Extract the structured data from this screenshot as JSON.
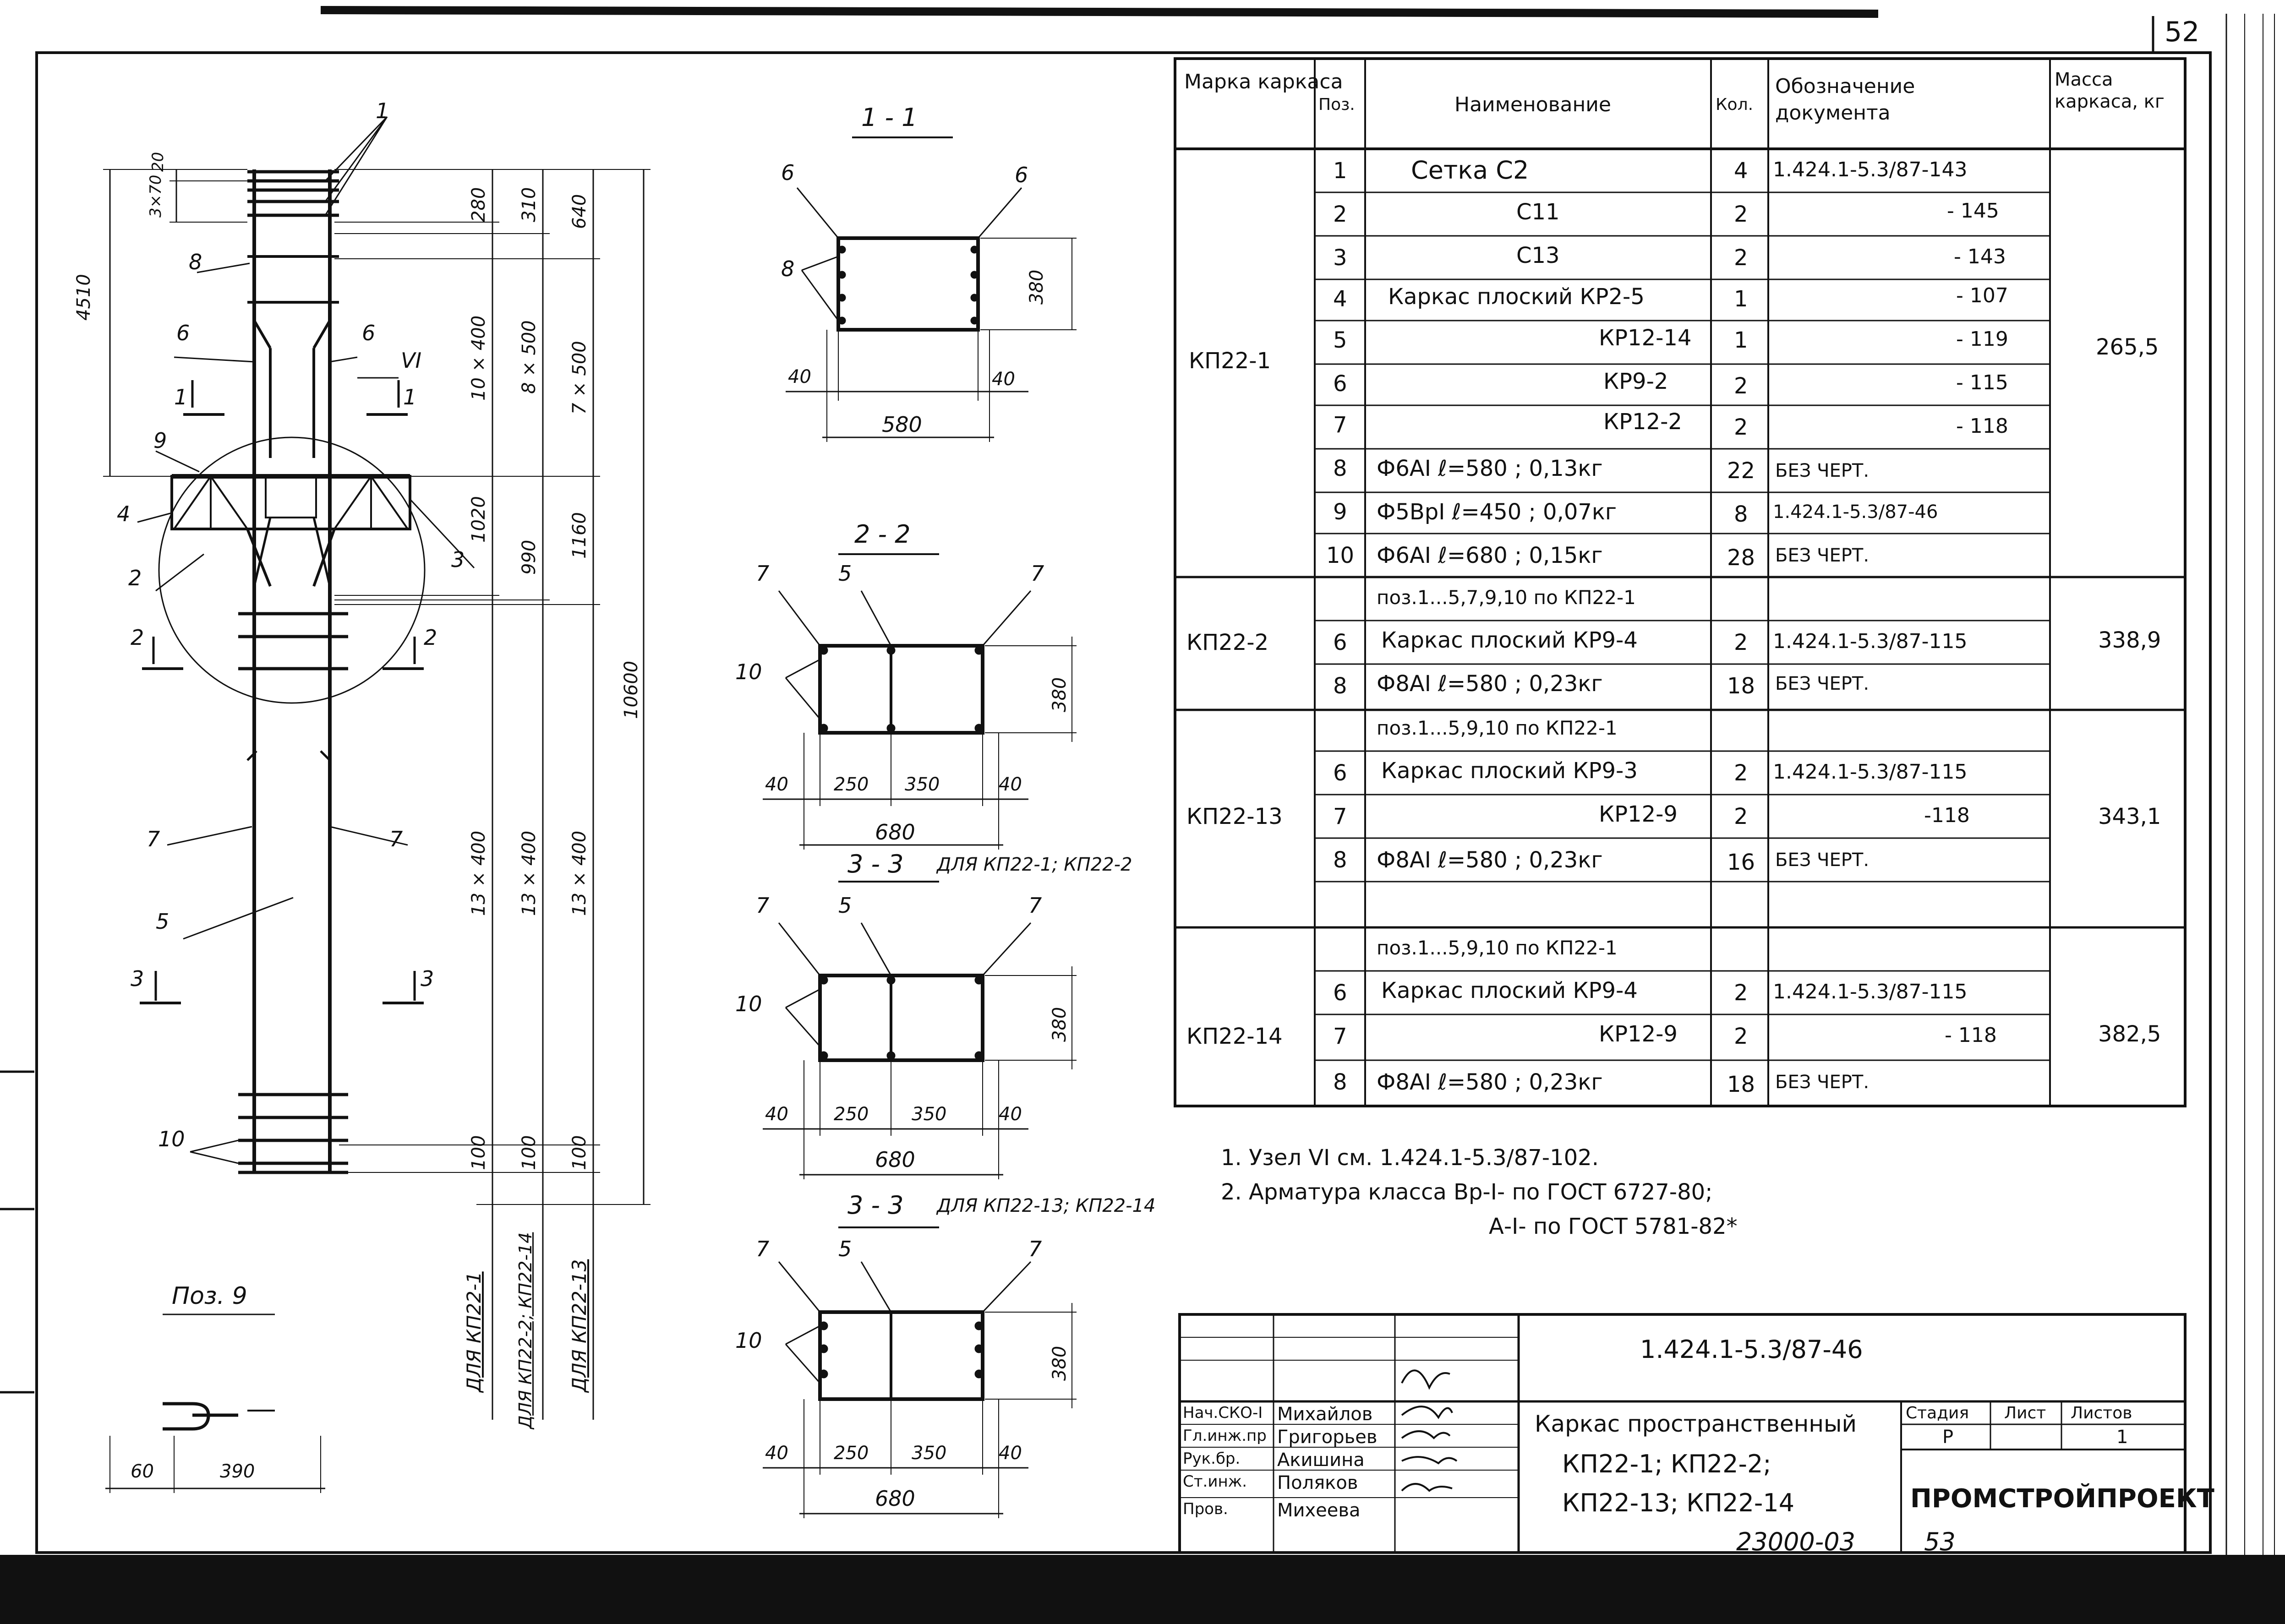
{
  "sheet_number": "52",
  "drawing": {
    "positions": [
      "1",
      "8",
      "6",
      "6",
      "VI",
      "1",
      "1",
      "9",
      "4",
      "3",
      "2",
      "2",
      "2",
      "7",
      "7",
      "5",
      "3",
      "3",
      "10"
    ],
    "overall_heights": [
      "4510",
      "10600"
    ],
    "top_dims": [
      "20",
      "3×70"
    ],
    "col1_dims": [
      "280",
      "10 × 400",
      "1020",
      "13 × 400",
      "100"
    ],
    "col2_dims": [
      "310",
      "8 × 500",
      "990",
      "13 × 400",
      "100"
    ],
    "col3_dims": [
      "640",
      "7 × 500",
      "1160",
      "13 × 400",
      "100"
    ],
    "for_labels": [
      "ДЛЯ КП22-1",
      "ДЛЯ КП22-2; КП22-14",
      "ДЛЯ КП22-13"
    ],
    "pos9_title": "Поз. 9",
    "pos9_dims": [
      "60",
      "390"
    ]
  },
  "sections": {
    "s1": {
      "title": "1 - 1",
      "labels": [
        "6",
        "6",
        "8"
      ],
      "dims": [
        "380",
        "40",
        "40",
        "580"
      ]
    },
    "s2": {
      "title": "2 - 2",
      "labels": [
        "7",
        "5",
        "7",
        "10"
      ],
      "dims": [
        "380",
        "40",
        "250",
        "350",
        "40",
        "680"
      ]
    },
    "s3a": {
      "title": "3 - 3",
      "subtitle": "ДЛЯ КП22-1; КП22-2",
      "labels": [
        "7",
        "5",
        "7",
        "10"
      ],
      "dims": [
        "380",
        "40",
        "250",
        "350",
        "40",
        "680"
      ]
    },
    "s3b": {
      "title": "3 - 3",
      "subtitle": "ДЛЯ КП22-13; КП22-14",
      "labels": [
        "7",
        "5",
        "7",
        "10"
      ],
      "dims": [
        "380",
        "40",
        "250",
        "350",
        "40",
        "680"
      ]
    }
  },
  "spec_table": {
    "headers": [
      "Марка каркаса",
      "Поз.",
      "Наименование",
      "Кол.",
      "Обозначение документа",
      "Масса каркаса, кг"
    ],
    "groups": [
      {
        "mark": "КП22-1",
        "mass": "265,5",
        "rows": [
          {
            "pos": "1",
            "name": "Сетка С2",
            "qty": "4",
            "doc": "1.424.1-5.3/87-143"
          },
          {
            "pos": "2",
            "name": "С11",
            "qty": "2",
            "doc": "- 145"
          },
          {
            "pos": "3",
            "name": "С13",
            "qty": "2",
            "doc": "- 143"
          },
          {
            "pos": "4",
            "name": "Каркас плоский КР2-5",
            "qty": "1",
            "doc": "- 107"
          },
          {
            "pos": "5",
            "name": "КР12-14",
            "qty": "1",
            "doc": "- 119"
          },
          {
            "pos": "6",
            "name": "КР9-2",
            "qty": "2",
            "doc": "- 115"
          },
          {
            "pos": "7",
            "name": "КР12-2",
            "qty": "2",
            "doc": "- 118"
          },
          {
            "pos": "8",
            "name": "Ф6АI  ℓ=580 ; 0,13кг",
            "qty": "22",
            "doc": "БЕЗ ЧЕРТ."
          },
          {
            "pos": "9",
            "name": "Ф5ВрI  ℓ=450 ; 0,07кг",
            "qty": "8",
            "doc": "1.424.1-5.3/87-46"
          },
          {
            "pos": "10",
            "name": "Ф6АI  ℓ=680 ; 0,15кг",
            "qty": "28",
            "doc": "БЕЗ ЧЕРТ."
          }
        ]
      },
      {
        "mark": "КП22-2",
        "mass": "338,9",
        "rows": [
          {
            "pos": "",
            "name": "поз.1...5,7,9,10 по КП22-1",
            "qty": "",
            "doc": ""
          },
          {
            "pos": "6",
            "name": "Каркас плоский КР9-4",
            "qty": "2",
            "doc": "1.424.1-5.3/87-115"
          },
          {
            "pos": "8",
            "name": "Ф8АI ℓ=580 ; 0,23кг",
            "qty": "18",
            "doc": "БЕЗ ЧЕРТ."
          }
        ]
      },
      {
        "mark": "КП22-13",
        "mass": "343,1",
        "rows": [
          {
            "pos": "",
            "name": "поз.1...5,9,10 по КП22-1",
            "qty": "",
            "doc": ""
          },
          {
            "pos": "6",
            "name": "Каркас плоский КР9-3",
            "qty": "2",
            "doc": "1.424.1-5.3/87-115"
          },
          {
            "pos": "7",
            "name": "КР12-9",
            "qty": "2",
            "doc": "-118"
          },
          {
            "pos": "8",
            "name": "Ф8АI ℓ=580 ; 0,23кг",
            "qty": "16",
            "doc": "БЕЗ ЧЕРТ."
          }
        ]
      },
      {
        "mark": "КП22-14",
        "mass": "382,5",
        "rows": [
          {
            "pos": "",
            "name": "поз.1...5,9,10 по КП22-1",
            "qty": "",
            "doc": ""
          },
          {
            "pos": "6",
            "name": "Каркас плоский КР9-4",
            "qty": "2",
            "doc": "1.424.1-5.3/87-115"
          },
          {
            "pos": "7",
            "name": "КР12-9",
            "qty": "2",
            "doc": "- 118"
          },
          {
            "pos": "8",
            "name": "Ф8АI  ℓ=580 ; 0,23кг",
            "qty": "18",
            "doc": "БЕЗ ЧЕРТ."
          }
        ]
      }
    ]
  },
  "notes": [
    "1. Узел VI см. 1.424.1-5.3/87-102.",
    "2. Арматура класса Вр-I- по ГОСТ 6727-80;",
    "А-I- по ГОСТ 5781-82*"
  ],
  "title_block": {
    "doc_code": "1.424.1-5.3/87-46",
    "roles": [
      "Нач.СКО-I",
      "Гл.инж.пр",
      "Рук.бр.",
      "Ст.инж.",
      "Пров."
    ],
    "names": [
      "Михайлов",
      "Григорьев",
      "Акишина",
      "Поляков",
      "Михеева"
    ],
    "title_lines": [
      "Каркас пространственный",
      "КП22-1; КП22-2;",
      "КП22-13; КП22-14"
    ],
    "stage_label": "Стадия",
    "sheet_label": "Лист",
    "sheets_label": "Листов",
    "stage": "Р",
    "sheet": "",
    "sheets": "1",
    "org": "ПРОМСТРОЙПРОЕКТ"
  },
  "footer": {
    "archive": "23000-03",
    "page": "53"
  }
}
